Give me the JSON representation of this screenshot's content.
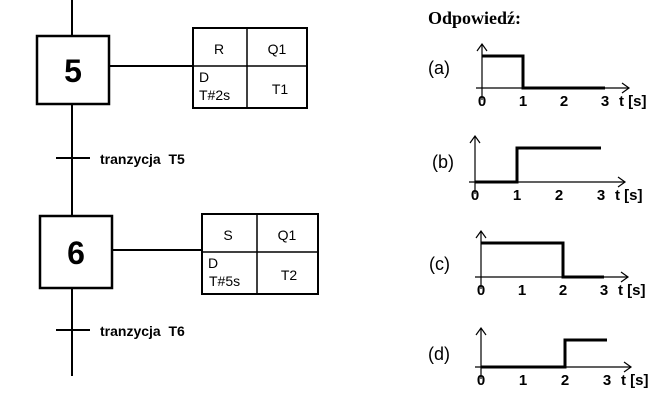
{
  "title": "Odpowiedź:",
  "sfc": {
    "steps": [
      {
        "number": "5",
        "actions": [
          {
            "qualifier": "R",
            "target": "Q1"
          },
          {
            "qualifier": "D",
            "time": "T#2s",
            "target": "T1"
          }
        ]
      },
      {
        "number": "6",
        "actions": [
          {
            "qualifier": "S",
            "target": "Q1"
          },
          {
            "qualifier": "D",
            "time": "T#5s",
            "target": "T2"
          }
        ]
      }
    ],
    "transitions": [
      {
        "label": "tranzycja  T5"
      },
      {
        "label": "tranzycja  T6"
      }
    ]
  },
  "chart_data": [
    {
      "type": "line",
      "label": "(a)",
      "x": [
        0,
        1,
        1,
        3
      ],
      "y": [
        1,
        1,
        0,
        0
      ],
      "x_ticks": [
        "0",
        "1",
        "2",
        "3"
      ],
      "xlabel": "t [s]"
    },
    {
      "type": "line",
      "label": "(b)",
      "x": [
        0,
        1,
        1,
        3
      ],
      "y": [
        0,
        0,
        1,
        1
      ],
      "x_ticks": [
        "0",
        "1",
        "2",
        "3"
      ],
      "xlabel": "t [s]"
    },
    {
      "type": "line",
      "label": "(c)",
      "x": [
        0,
        2,
        2,
        3
      ],
      "y": [
        1,
        1,
        0,
        0
      ],
      "x_ticks": [
        "0",
        "1",
        "2",
        "3"
      ],
      "xlabel": "t [s]"
    },
    {
      "type": "line",
      "label": "(d)",
      "x": [
        0,
        2,
        2,
        3
      ],
      "y": [
        0,
        0,
        1,
        1
      ],
      "x_ticks": [
        "0",
        "1",
        "2",
        "3"
      ],
      "xlabel": "t [s]"
    }
  ]
}
